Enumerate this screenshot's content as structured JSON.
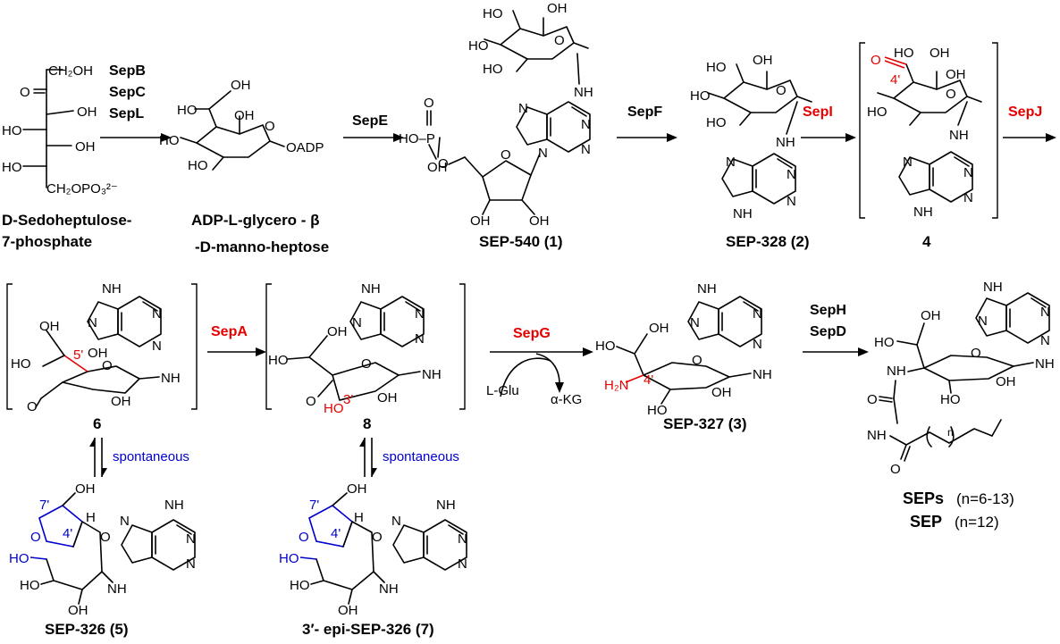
{
  "atoms": {
    "ch2oh": "CH₂OH",
    "o": "O",
    "oh": "OH",
    "ho": "HO",
    "ch2opo3": "CH₂OPO₃²⁻",
    "oadp": "OADP",
    "n": "N",
    "nh": "NH",
    "h": "H",
    "p": "P",
    "hop": "HO–P",
    "h2n": "H₂N",
    "c4": "4'",
    "c5": "5'",
    "c3": "3'",
    "c7": "7'",
    "n_sub": "n"
  },
  "enzymes": {
    "sepb": "SepB",
    "sepc": "SepC",
    "sepl": "SepL",
    "sepe": "SepE",
    "sepf": "SepF",
    "sepi": "SepI",
    "sepj": "SepJ",
    "sepa": "SepA",
    "sepg": "SepG",
    "seph": "SepH",
    "sepd": "SepD"
  },
  "reagents": {
    "lglu": "L-Glu",
    "akg": "α-KG"
  },
  "labels": {
    "sedo_1": "D-Sedoheptulose-",
    "sedo_2": "7-phosphate",
    "adp_1": "ADP-L-glycero - β",
    "adp_2": "-D-manno-heptose",
    "sep540": "SEP-540 (1)",
    "sep328": "SEP-328 (2)",
    "cmp4": "4",
    "cmp6": "6",
    "cmp8": "8",
    "sep327": "SEP-327 (3)",
    "sep326": "SEP-326 (5)",
    "epi326": "3′- epi-SEP-326 (7)",
    "seps": "SEPs",
    "seps_n": "(n=6-13)",
    "sep": "SEP",
    "sep_n": "(n=12)",
    "spontaneous": "spontaneous"
  }
}
